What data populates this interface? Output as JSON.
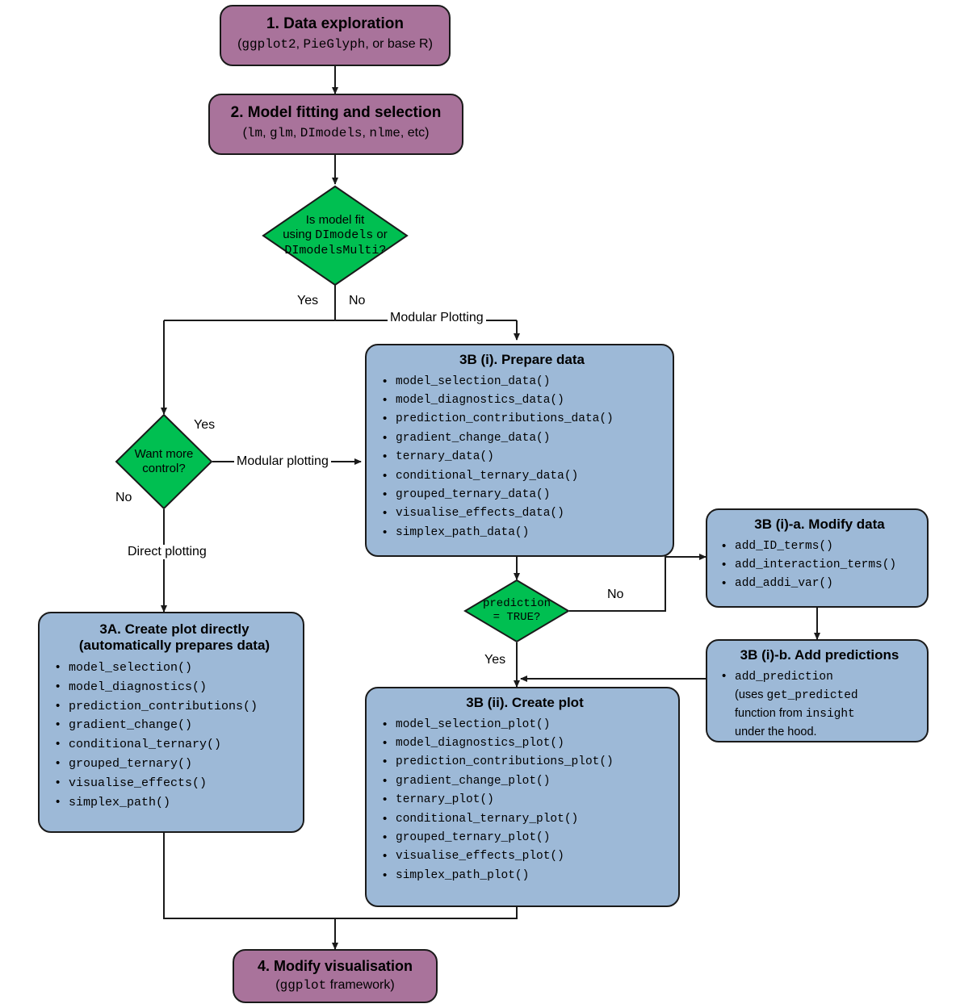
{
  "diagram": {
    "title": "DImodelsVis workflow flowchart",
    "colors": {
      "purple": "#a9739b",
      "blue": "#9db9d7",
      "green": "#00bf51",
      "stroke": "#1a1a1a"
    }
  },
  "nodes": {
    "data_exploration": {
      "title": "1. Data exploration",
      "subtitle_parts": [
        {
          "text": "(",
          "style": "sans"
        },
        {
          "text": "ggplot2",
          "style": "mono"
        },
        {
          "text": ", ",
          "style": "sans"
        },
        {
          "text": "PieGlyph",
          "style": "mono"
        },
        {
          "text": ", or base R)",
          "style": "sans"
        }
      ]
    },
    "model_fitting": {
      "title": "2. Model fitting and selection",
      "subtitle_parts": [
        {
          "text": "(",
          "style": "sans"
        },
        {
          "text": "lm",
          "style": "mono"
        },
        {
          "text": ", ",
          "style": "sans"
        },
        {
          "text": "glm",
          "style": "mono"
        },
        {
          "text": ", ",
          "style": "sans"
        },
        {
          "text": "DImodels",
          "style": "mono"
        },
        {
          "text": ", ",
          "style": "sans"
        },
        {
          "text": "nlme",
          "style": "mono"
        },
        {
          "text": ", etc)",
          "style": "sans"
        }
      ]
    },
    "decision_model_fit": {
      "line1_parts": [
        {
          "text": "Is model fit",
          "style": "sans"
        }
      ],
      "line2_parts": [
        {
          "text": "using ",
          "style": "sans"
        },
        {
          "text": "DImodels",
          "style": "mono"
        },
        {
          "text": " or",
          "style": "sans"
        }
      ],
      "line3_parts": [
        {
          "text": "DImodelsMulti",
          "style": "mono"
        },
        {
          "text": "?",
          "style": "sans"
        }
      ]
    },
    "decision_more_control": {
      "line1": "Want more",
      "line2": "control?"
    },
    "decision_prediction": {
      "line1": "prediction",
      "line2": "= TRUE?"
    },
    "prepare_data": {
      "title": "3B (i). Prepare data",
      "items": [
        "model_selection_data()",
        "model_diagnostics_data()",
        "prediction_contributions_data()",
        "gradient_change_data()",
        "ternary_data()",
        "conditional_ternary_data()",
        "grouped_ternary_data()",
        "visualise_effects_data()",
        "simplex_path_data()"
      ]
    },
    "create_plot_directly": {
      "title_line1": "3A. Create plot directly",
      "title_line2": "(automatically prepares data)",
      "items": [
        "model_selection()",
        "model_diagnostics()",
        "prediction_contributions()",
        "gradient_change()",
        "conditional_ternary()",
        "grouped_ternary()",
        "visualise_effects()",
        "simplex_path()"
      ]
    },
    "create_plot": {
      "title": "3B (ii). Create plot",
      "items": [
        "model_selection_plot()",
        "model_diagnostics_plot()",
        "prediction_contributions_plot()",
        "gradient_change_plot()",
        "ternary_plot()",
        "conditional_ternary_plot()",
        "grouped_ternary_plot()",
        "visualise_effects_plot()",
        "simplex_path_plot()"
      ]
    },
    "modify_data": {
      "title": "3B (i)-a. Modify data",
      "items": [
        "add_ID_terms()",
        "add_interaction_terms()",
        "add_addi_var()"
      ]
    },
    "add_predictions": {
      "title": "3B (i)-b. Add predictions",
      "item_lines": [
        [
          {
            "text": "add_prediction",
            "style": "mono"
          }
        ],
        [
          {
            "text": "(uses ",
            "style": "sans"
          },
          {
            "text": "get_predicted",
            "style": "mono"
          }
        ],
        [
          {
            "text": "function from ",
            "style": "sans"
          },
          {
            "text": "insight",
            "style": "mono"
          }
        ],
        [
          {
            "text": "under the hood.",
            "style": "sans"
          }
        ]
      ]
    },
    "modify_visualisation": {
      "title": "4. Modify visualisation",
      "subtitle_parts": [
        {
          "text": "(",
          "style": "sans"
        },
        {
          "text": "ggplot",
          "style": "mono"
        },
        {
          "text": " framework)",
          "style": "sans"
        }
      ]
    }
  },
  "edge_labels": {
    "yes_model_fit": "Yes",
    "no_model_fit": "No",
    "modular_plotting_top": "Modular Plotting",
    "yes_more_control": "Yes",
    "no_more_control": "No",
    "modular_plotting_side": "Modular plotting",
    "direct_plotting": "Direct plotting",
    "no_prediction": "No",
    "yes_prediction": "Yes"
  }
}
